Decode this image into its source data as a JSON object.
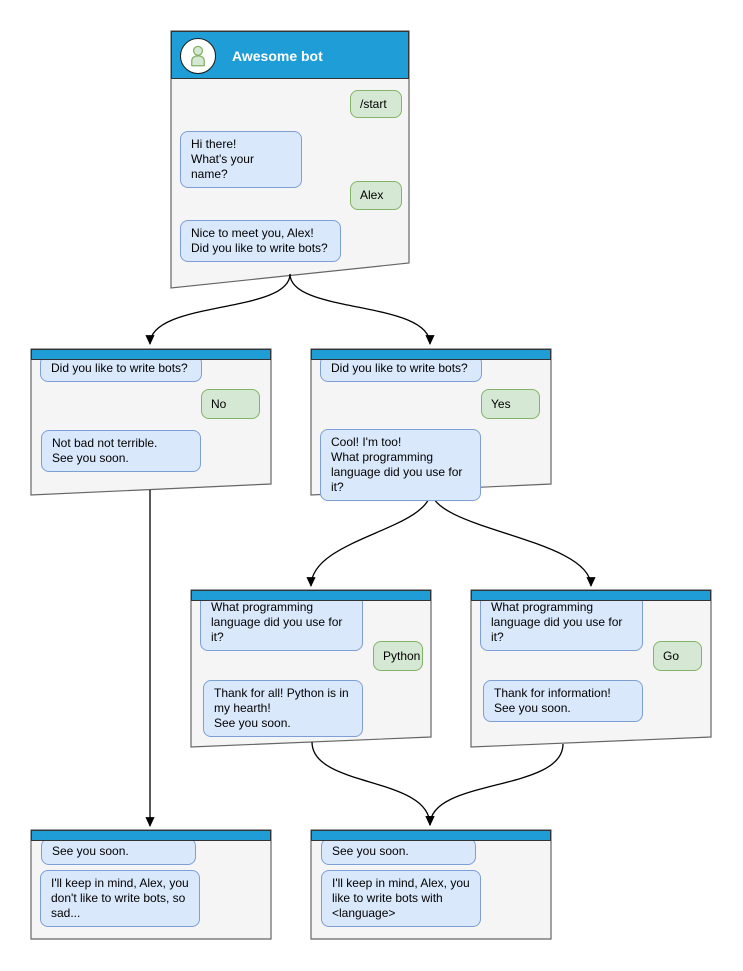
{
  "colors": {
    "header": "#1E9DD7",
    "header_stroke": "#333333",
    "window_fill": "#F5F5F5",
    "window_stroke": "#666666",
    "bot_bubble_fill": "#DAE8FC",
    "bot_bubble_stroke": "#7E9ED6",
    "user_bubble_fill": "#D5E8D4",
    "user_bubble_stroke": "#82B366",
    "avatar_stroke": "#1A1A1A",
    "arrow": "#000000",
    "text": "#000000",
    "title_text": "#FFFFFF"
  },
  "root": {
    "title": "Awesome bot",
    "user_start": "/start",
    "bot_greet": "Hi there!\nWhat's your name?",
    "user_name": "Alex",
    "bot_ask": "Nice to meet you, Alex!\nDid you like to write bots?"
  },
  "no_branch": {
    "question": "Did you like to write bots?",
    "user_answer": "No",
    "bot_reply": "Not bad not terrible.\nSee you soon."
  },
  "yes_branch": {
    "question": "Did you like to write bots?",
    "user_answer": "Yes",
    "bot_reply": "Cool! I'm too!\nWhat programming\nlanguage did you use for it?"
  },
  "python_branch": {
    "question": "What programming\nlanguage did you use for it?",
    "user_answer": "Python",
    "bot_reply": "Thank for all! Python is in\nmy hearth!\nSee you soon."
  },
  "go_branch": {
    "question": "What programming\nlanguage did you use for it?",
    "user_answer": "Go",
    "bot_reply": "Thank for information!\nSee you soon."
  },
  "end_no": {
    "bot_recap": "See you soon.",
    "bot_final": "I'll keep in mind, Alex, you\ndon't like to write bots, so\nsad..."
  },
  "end_yes": {
    "bot_recap": "See you soon.",
    "bot_final": "I'll keep in mind, Alex, you\nlike to write bots with\n<language>"
  }
}
